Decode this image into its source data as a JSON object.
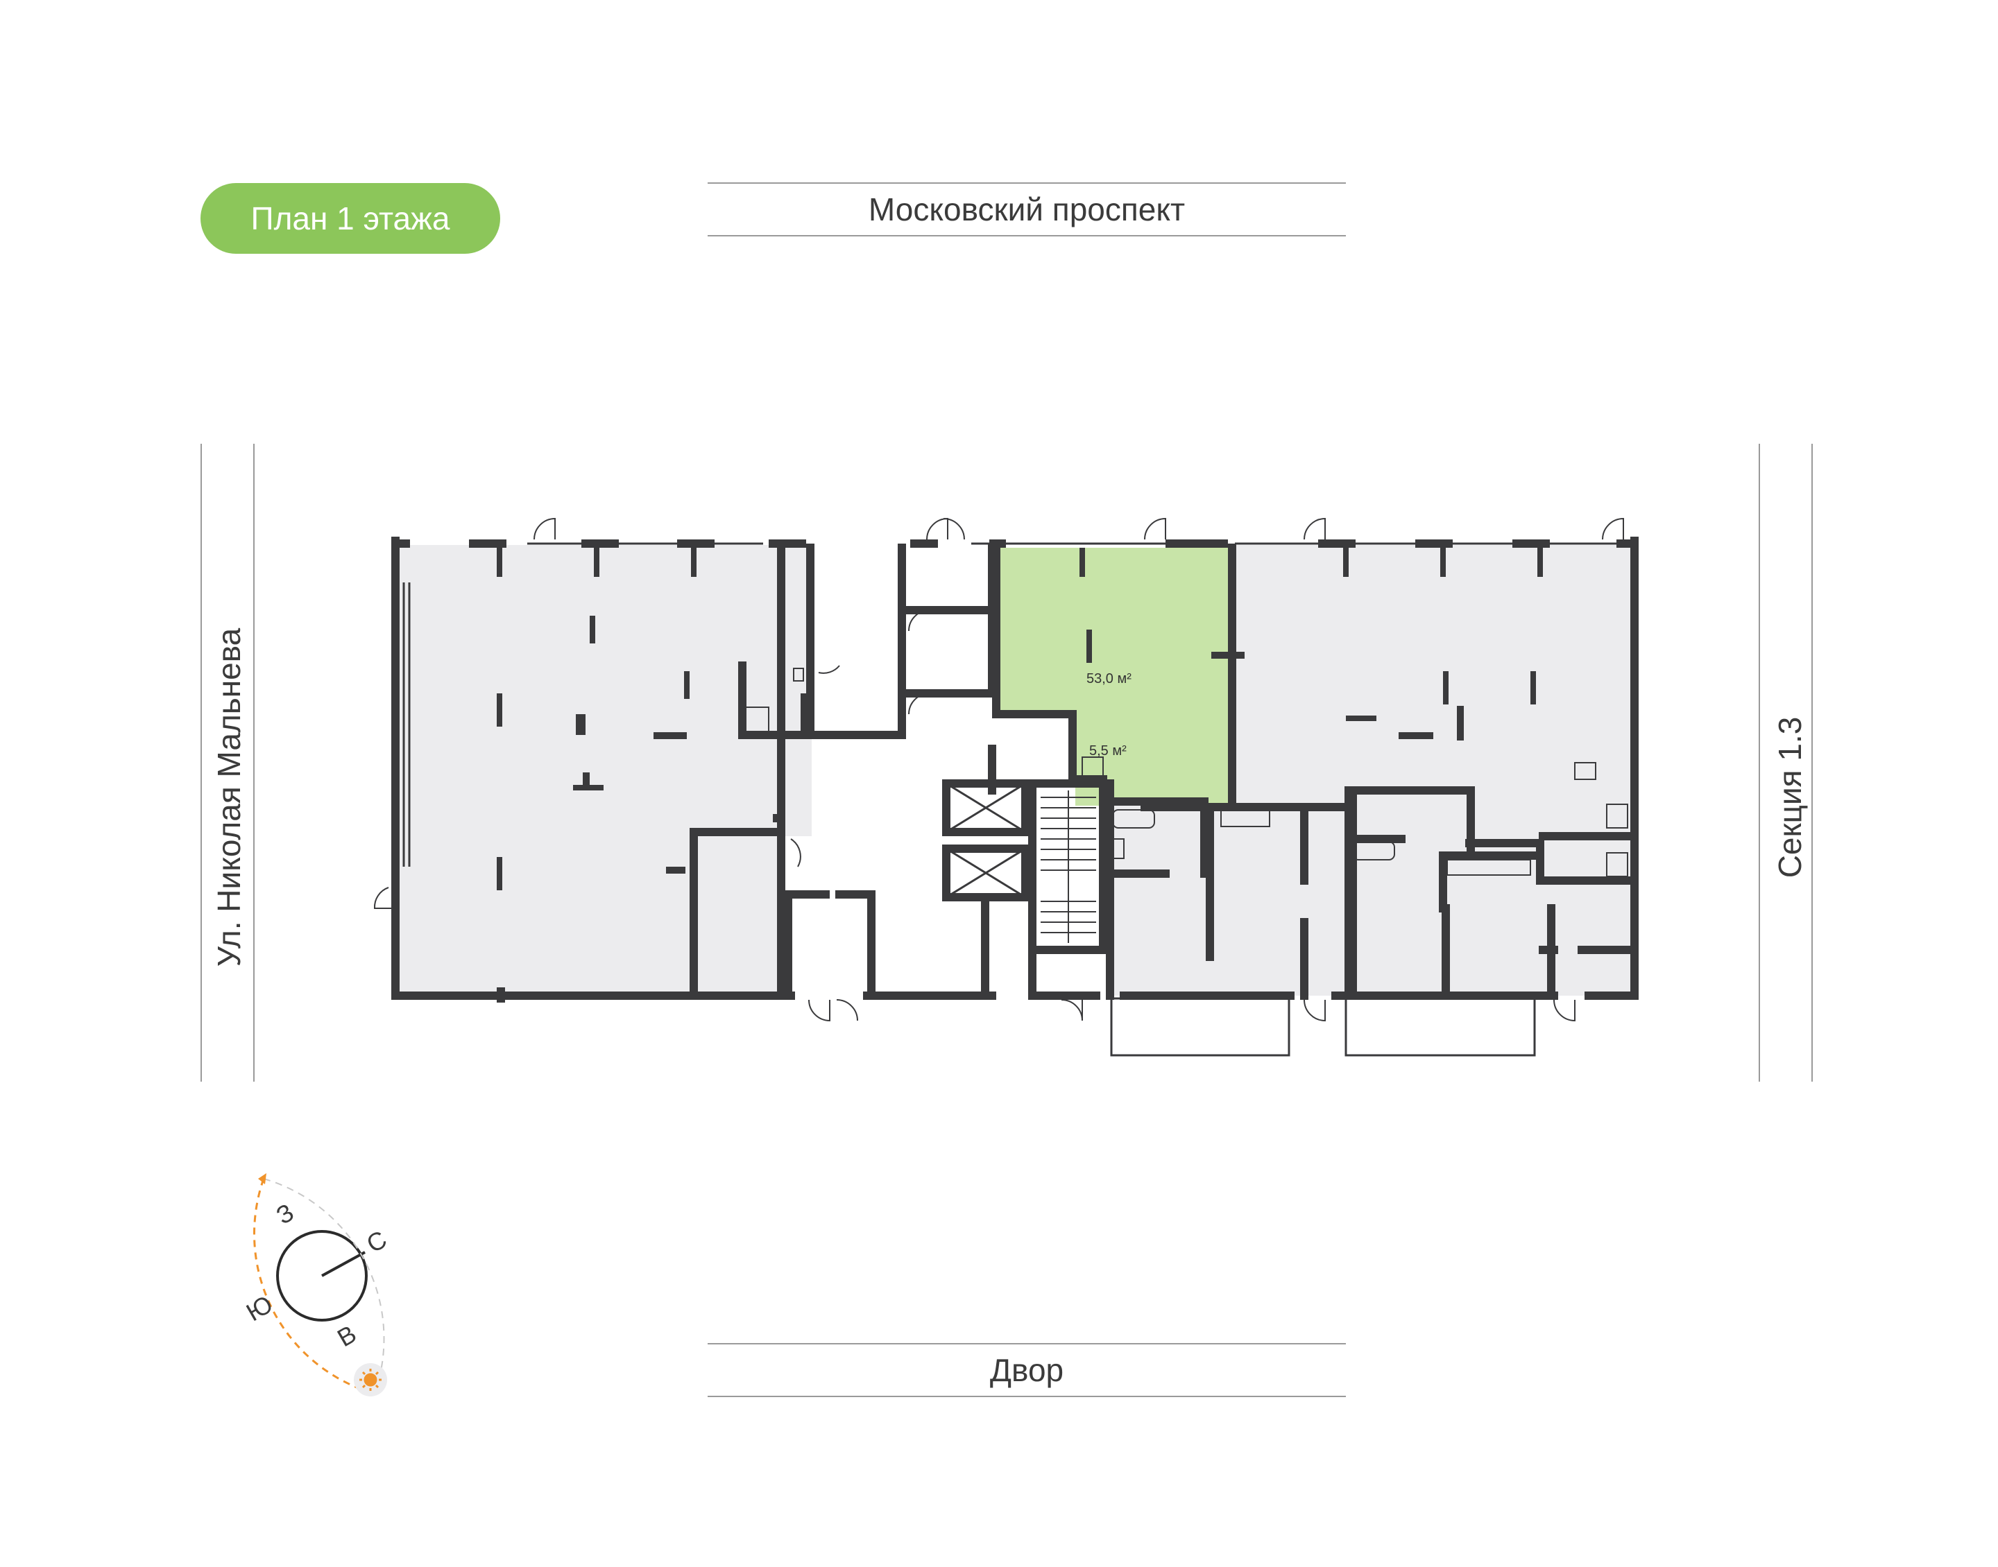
{
  "title": "План 1 этажа",
  "streets": {
    "top": "Московский проспект",
    "bottom": "Двор",
    "left": "Ул. Николая Мальнева",
    "right": "Секция 1.3"
  },
  "areas": {
    "main_room": "53,0 м²",
    "bathroom": "5,5 м²"
  },
  "compass": {
    "north": "С",
    "south": "Ю",
    "east": "В",
    "west": "З",
    "sun_icon": "sun-icon"
  },
  "colors": {
    "accent": "#8cc65a",
    "highlight_fill": "#c8e4a8",
    "premises_fill": "#ececee",
    "wall": "#3a3a3c",
    "sun_path": "#f0932b"
  }
}
